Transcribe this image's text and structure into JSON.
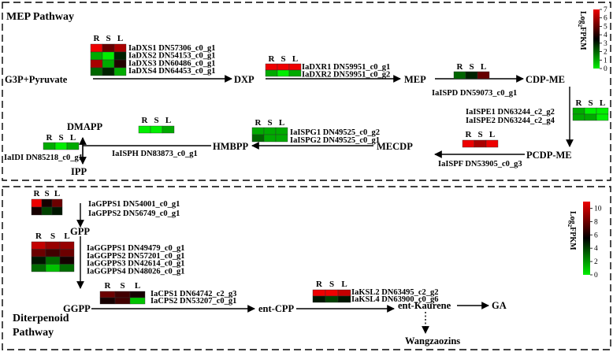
{
  "sections": {
    "mep_title": "MEP Pathway",
    "diterpenoid_title_1": "Diterpenoid",
    "diterpenoid_title_2": "Pathway"
  },
  "columns": [
    "R",
    "S",
    "L"
  ],
  "metabolites": {
    "g3p": "G3P+Pyruvate",
    "dxp": "DXP",
    "mep": "MEP",
    "cdpme": "CDP-ME",
    "pcdpme": "PCDP-ME",
    "mecdp": "MECDP",
    "hmbpp": "HMBPP",
    "dmapp": "DMAPP",
    "ipp": "IPP",
    "gpp": "GPP",
    "ggpp": "GGPP",
    "entcpp": "ent-CPP",
    "entkaurene": "ent-Kaurene",
    "ga": "GA",
    "wangzaozins": "Wangzaozins"
  },
  "genes": {
    "dxs": [
      "IaDXS1 DN57306_c0_g1",
      "IaDXS2 DN54153_c0_g1",
      "IaDXS3 DN60486_c0_g1",
      "IaDXS4 DN64453_c0_g1"
    ],
    "dxr": [
      "IaDXR1 DN59951_c0_g1",
      "IaDXR2 DN59951_c0_g2"
    ],
    "ispd": [
      "IaISPD DN59073_c0_g1"
    ],
    "ispe": [
      "IaISPE1 DN63244_c2_g2",
      "IaISPE2 DN63244_c2_g4"
    ],
    "ispf": [
      "IaISPF DN53905_c0_g3"
    ],
    "ispg": [
      "IaISPG1 DN49525_c0_g2",
      "IaISPG2 DN49525_c0_g1"
    ],
    "isph": [
      "IaISPH DN83873_c0_g1"
    ],
    "idi": [
      "IaIDI DN85218_c0_g1"
    ],
    "gpps": [
      "IaGPPS1 DN54001_c0_g1",
      "IaGPPS2 DN56749_c0_g1"
    ],
    "ggpps": [
      "IaGGPPS1 DN49479_c0_g1",
      "IaGGPPS2 DN57201_c0_g1",
      "IaGGPPS3 DN42614_c0_g1",
      "IaGGPPS4 DN48026_c0_g1"
    ],
    "cps": [
      "IaCPS1 DN64742_c2_g3",
      "IaCPS2 DN53207_c0_g1"
    ],
    "ksl": [
      "IaKSL2 DN63495_c2_g2",
      "IaKSL4 DN63900_c0_g6"
    ]
  },
  "heatmap_values": {
    "dxs": [
      [
        7,
        5,
        6
      ],
      [
        1,
        0,
        3
      ],
      [
        6,
        1,
        4
      ],
      [
        2,
        3,
        1
      ]
    ],
    "dxr": [
      [
        7,
        7,
        7
      ],
      [
        1,
        0,
        1
      ]
    ],
    "ispd": [
      [
        2,
        3,
        5
      ]
    ],
    "ispe": [
      [
        1,
        0,
        0
      ],
      [
        1,
        1,
        0
      ]
    ],
    "ispf": [
      [
        7,
        6,
        7
      ]
    ],
    "ispg": [
      [
        1,
        1,
        1
      ],
      [
        2,
        1,
        1
      ]
    ],
    "isph": [
      [
        0,
        0,
        1
      ]
    ],
    "idi": [
      [
        1,
        0,
        1
      ]
    ],
    "gpps": [
      [
        11,
        6,
        8
      ],
      [
        6,
        4,
        5
      ]
    ],
    "ggpps": [
      [
        10,
        9,
        9
      ],
      [
        8,
        7,
        8
      ],
      [
        5,
        3,
        6
      ],
      [
        3,
        1,
        3
      ]
    ],
    "cps": [
      [
        8,
        7,
        6
      ],
      [
        6,
        7,
        1
      ]
    ],
    "ksl": [
      [
        11,
        11,
        10
      ],
      [
        5,
        4,
        5
      ]
    ]
  },
  "legend_mep": {
    "title": "Log2FPKM",
    "ticks": [
      "0",
      "1",
      "2",
      "3",
      "4",
      "5",
      "6",
      "7"
    ],
    "min": 0,
    "max": 7,
    "colors": [
      "#00ee00",
      "#000000",
      "#ee0000"
    ]
  },
  "legend_dit": {
    "title": "Log2FPKM",
    "ticks": [
      "0",
      "2",
      "4",
      "6",
      "8",
      "10"
    ],
    "min": 0,
    "max": 11,
    "colors": [
      "#00ee00",
      "#000000",
      "#ee0000"
    ]
  }
}
